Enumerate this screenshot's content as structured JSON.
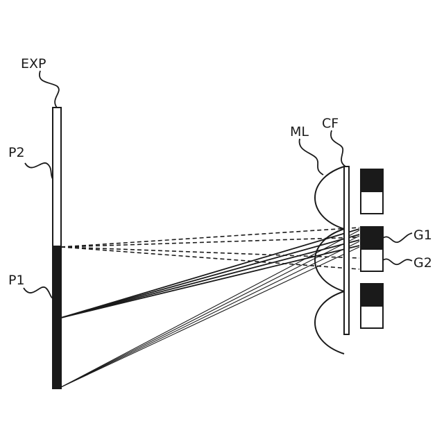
{
  "labels": {
    "exp": "EXP",
    "p2": "P2",
    "p1": "P1",
    "ml": "ML",
    "cf": "CF",
    "g1": "G1",
    "g2": "G2"
  },
  "colors": {
    "ink": "#1a1a1a",
    "background": "#ffffff"
  }
}
